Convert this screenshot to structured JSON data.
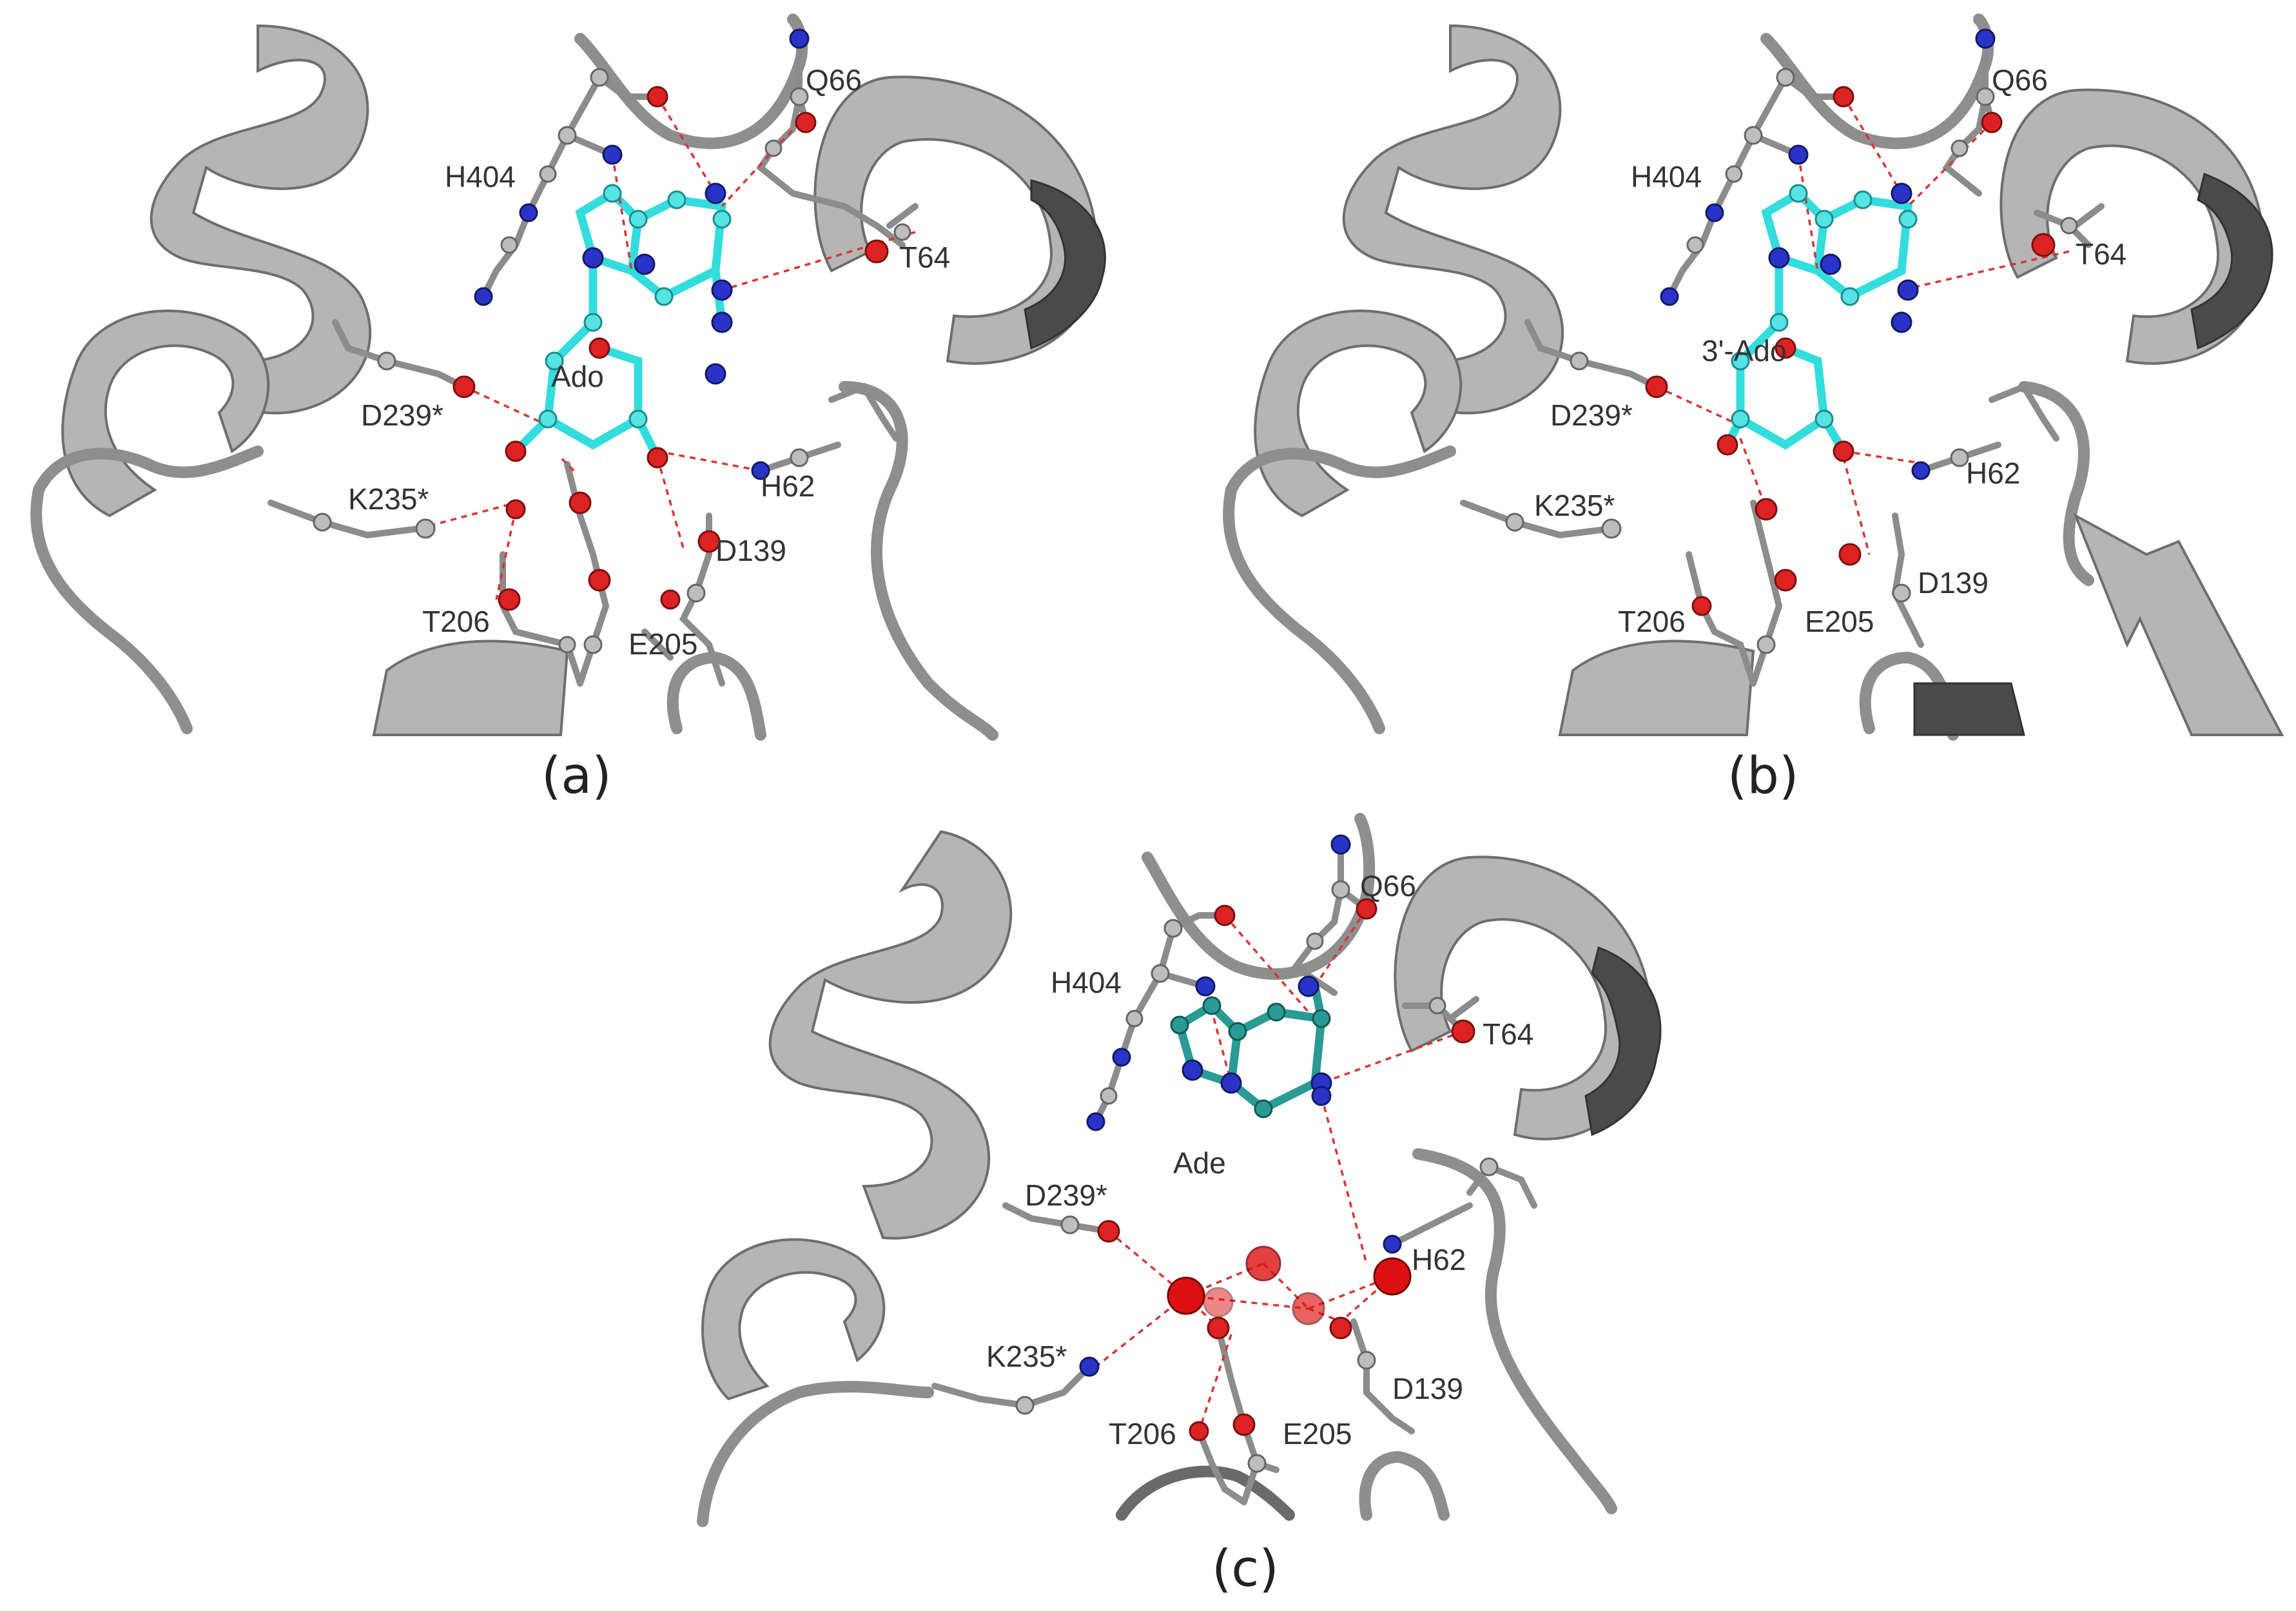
{
  "panels": {
    "a": {
      "caption": "(a)",
      "ligand": "Ado",
      "residues": [
        "Q66",
        "H404",
        "T64",
        "D239*",
        "K235*",
        "H62",
        "D139",
        "T206",
        "E205"
      ]
    },
    "b": {
      "caption": "(b)",
      "ligand": "3'-Ado",
      "residues": [
        "Q66",
        "H404",
        "T64",
        "D239*",
        "K235*",
        "H62",
        "D139",
        "T206",
        "E205"
      ]
    },
    "c": {
      "caption": "(c)",
      "ligand": "Ade",
      "residues": [
        "Q66",
        "H404",
        "T64",
        "D239*",
        "H62",
        "K235*",
        "D139",
        "T206",
        "E205"
      ]
    }
  },
  "colors": {
    "carbon_protein": "#bdbdbd",
    "carbon_ligand": "#55e3e3",
    "carbon_adenine": "#2a9b94",
    "oxygen": "#dd2222",
    "nitrogen": "#2a33c8",
    "hbond": "#dd3333",
    "ribbon": "#b5b5b5"
  }
}
